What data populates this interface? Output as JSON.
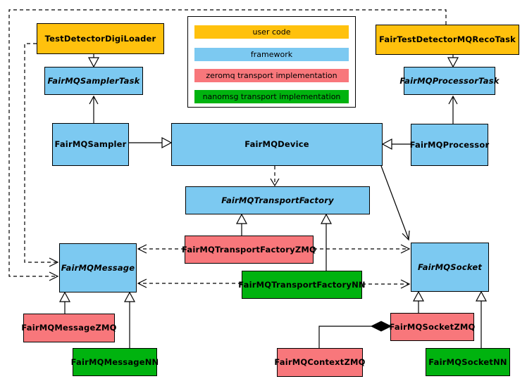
{
  "legend": {
    "items": [
      {
        "label": "user code",
        "color": "#FFC10D"
      },
      {
        "label": "framework",
        "color": "#7CC9F1"
      },
      {
        "label": "zeromq transport implementation",
        "color": "#F8777B"
      },
      {
        "label": "nanomsg transport implementation",
        "color": "#00B30F"
      }
    ]
  },
  "nodes": {
    "testDetectorDigiLoader": {
      "label": "TestDetectorDigiLoader",
      "category": "user code",
      "color": "#FFC10D",
      "abstract": false
    },
    "fairTestDetectorMQRecoTask": {
      "label": "FairTestDetectorMQRecoTask",
      "category": "user code",
      "color": "#FFC10D",
      "abstract": false
    },
    "fairMQSamplerTask": {
      "label": "FairMQSamplerTask",
      "category": "framework",
      "color": "#7CC9F1",
      "abstract": true
    },
    "fairMQProcessorTask": {
      "label": "FairMQProcessorTask",
      "category": "framework",
      "color": "#7CC9F1",
      "abstract": true
    },
    "fairMQSampler": {
      "label": "FairMQSampler",
      "category": "framework",
      "color": "#7CC9F1",
      "abstract": false
    },
    "fairMQDevice": {
      "label": "FairMQDevice",
      "category": "framework",
      "color": "#7CC9F1",
      "abstract": false
    },
    "fairMQProcessor": {
      "label": "FairMQProcessor",
      "category": "framework",
      "color": "#7CC9F1",
      "abstract": false
    },
    "fairMQTransportFactory": {
      "label": "FairMQTransportFactory",
      "category": "framework",
      "color": "#7CC9F1",
      "abstract": true
    },
    "fairMQTransportFactoryZMQ": {
      "label": "FairMQTransportFactoryZMQ",
      "category": "zeromq transport implementation",
      "color": "#F8777B",
      "abstract": false
    },
    "fairMQTransportFactoryNN": {
      "label": "FairMQTransportFactoryNN",
      "category": "nanomsg transport implementation",
      "color": "#00B30F",
      "abstract": false
    },
    "fairMQMessage": {
      "label": "FairMQMessage",
      "category": "framework",
      "color": "#7CC9F1",
      "abstract": true
    },
    "fairMQSocket": {
      "label": "FairMQSocket",
      "category": "framework",
      "color": "#7CC9F1",
      "abstract": true
    },
    "fairMQMessageZMQ": {
      "label": "FairMQMessageZMQ",
      "category": "zeromq transport implementation",
      "color": "#F8777B",
      "abstract": false
    },
    "fairMQMessageNN": {
      "label": "FairMQMessageNN",
      "category": "nanomsg transport implementation",
      "color": "#00B30F",
      "abstract": false
    },
    "fairMQContextZMQ": {
      "label": "FairMQContextZMQ",
      "category": "zeromq transport implementation",
      "color": "#F8777B",
      "abstract": false
    },
    "fairMQSocketZMQ": {
      "label": "FairMQSocketZMQ",
      "category": "zeromq transport implementation",
      "color": "#F8777B",
      "abstract": false
    },
    "fairMQSocketNN": {
      "label": "FairMQSocketNN",
      "category": "nanomsg transport implementation",
      "color": "#00B30F",
      "abstract": false
    }
  },
  "edges": [
    {
      "from": "TestDetectorDigiLoader",
      "to": "FairMQSamplerTask",
      "type": "inheritance"
    },
    {
      "from": "FairTestDetectorMQRecoTask",
      "to": "FairMQProcessorTask",
      "type": "inheritance"
    },
    {
      "from": "FairMQSampler",
      "to": "FairMQDevice",
      "type": "inheritance"
    },
    {
      "from": "FairMQProcessor",
      "to": "FairMQDevice",
      "type": "inheritance"
    },
    {
      "from": "FairMQSampler",
      "to": "FairMQSamplerTask",
      "type": "association"
    },
    {
      "from": "FairMQProcessor",
      "to": "FairMQProcessorTask",
      "type": "association"
    },
    {
      "from": "FairMQDevice",
      "to": "FairMQTransportFactory",
      "type": "dependency"
    },
    {
      "from": "FairMQDevice",
      "to": "FairMQSocket",
      "type": "association"
    },
    {
      "from": "FairMQTransportFactoryZMQ",
      "to": "FairMQTransportFactory",
      "type": "inheritance"
    },
    {
      "from": "FairMQTransportFactoryNN",
      "to": "FairMQTransportFactory",
      "type": "inheritance"
    },
    {
      "from": "FairMQTransportFactoryZMQ",
      "to": "FairMQMessage",
      "type": "dependency"
    },
    {
      "from": "FairMQTransportFactoryZMQ",
      "to": "FairMQSocket",
      "type": "dependency"
    },
    {
      "from": "FairMQTransportFactoryNN",
      "to": "FairMQMessage",
      "type": "dependency"
    },
    {
      "from": "FairMQTransportFactoryNN",
      "to": "FairMQSocket",
      "type": "dependency"
    },
    {
      "from": "TestDetectorDigiLoader",
      "to": "FairMQMessage",
      "type": "dependency"
    },
    {
      "from": "FairTestDetectorMQRecoTask",
      "to": "FairMQMessage",
      "type": "dependency"
    },
    {
      "from": "FairMQMessageZMQ",
      "to": "FairMQMessage",
      "type": "inheritance"
    },
    {
      "from": "FairMQMessageNN",
      "to": "FairMQMessage",
      "type": "inheritance"
    },
    {
      "from": "FairMQSocketZMQ",
      "to": "FairMQSocket",
      "type": "inheritance"
    },
    {
      "from": "FairMQSocketNN",
      "to": "FairMQSocket",
      "type": "inheritance"
    },
    {
      "from": "FairMQContextZMQ",
      "to": "FairMQSocketZMQ",
      "type": "composition"
    }
  ]
}
